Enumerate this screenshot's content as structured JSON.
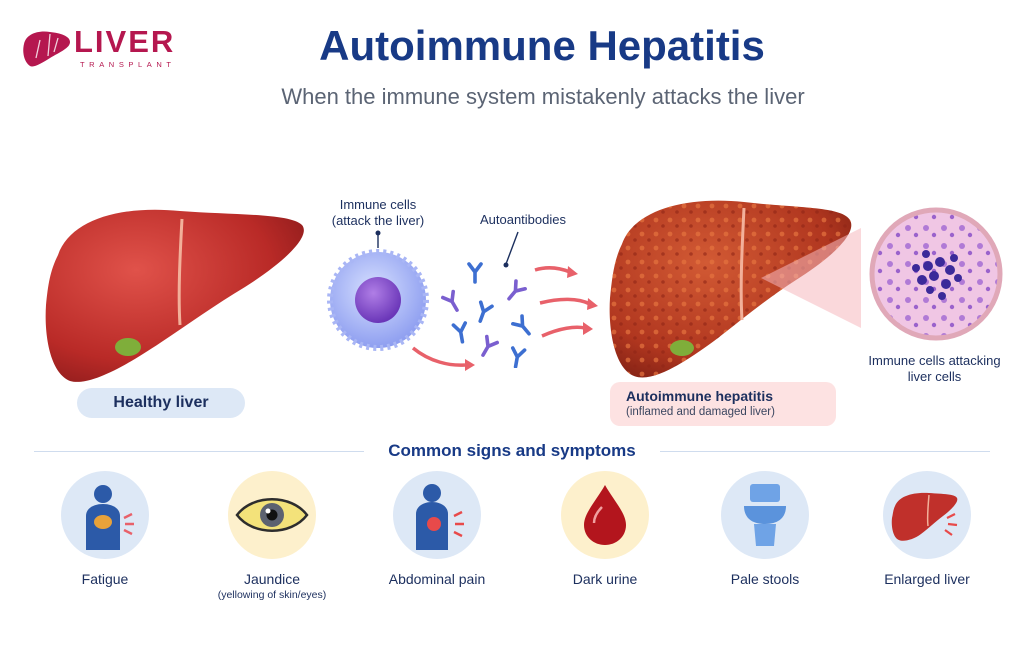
{
  "logo": {
    "word": "LIVER",
    "sub": "TRANSPLANT"
  },
  "header": {
    "title": "Autoimmune Hepatitis",
    "subtitle": "When the immune system mistakenly attacks the liver"
  },
  "diagram": {
    "healthy_label": "Healthy liver",
    "immune_cells_line1": "Immune cells",
    "immune_cells_line2": "(attack the liver)",
    "autoantibodies": "Autoantibodies",
    "aih_title": "Autoimmune hepatitis",
    "aih_sub": "(inflamed and damaged liver)",
    "attack_line1": "Immune cells attacking",
    "attack_line2": "liver cells"
  },
  "symptoms": {
    "title": "Common signs and symptoms",
    "items": [
      {
        "label": "Fatigue",
        "sub": "",
        "icon": "person-fatigue-icon"
      },
      {
        "label": "Jaundice",
        "sub": "(yellowing of skin/eyes)",
        "icon": "eye-icon"
      },
      {
        "label": "Abdominal pain",
        "sub": "",
        "icon": "person-abdominal-pain-icon"
      },
      {
        "label": "Dark urine",
        "sub": "",
        "icon": "drop-icon"
      },
      {
        "label": "Pale stools",
        "sub": "",
        "icon": "toilet-icon"
      },
      {
        "label": "Enlarged liver",
        "sub": "",
        "icon": "liver-icon"
      }
    ]
  },
  "colors": {
    "brand": "#b5174f",
    "title": "#183a86",
    "liver": "#c0302b",
    "pill_blue": "#dde8f6",
    "pill_pink": "#fde2e2"
  }
}
